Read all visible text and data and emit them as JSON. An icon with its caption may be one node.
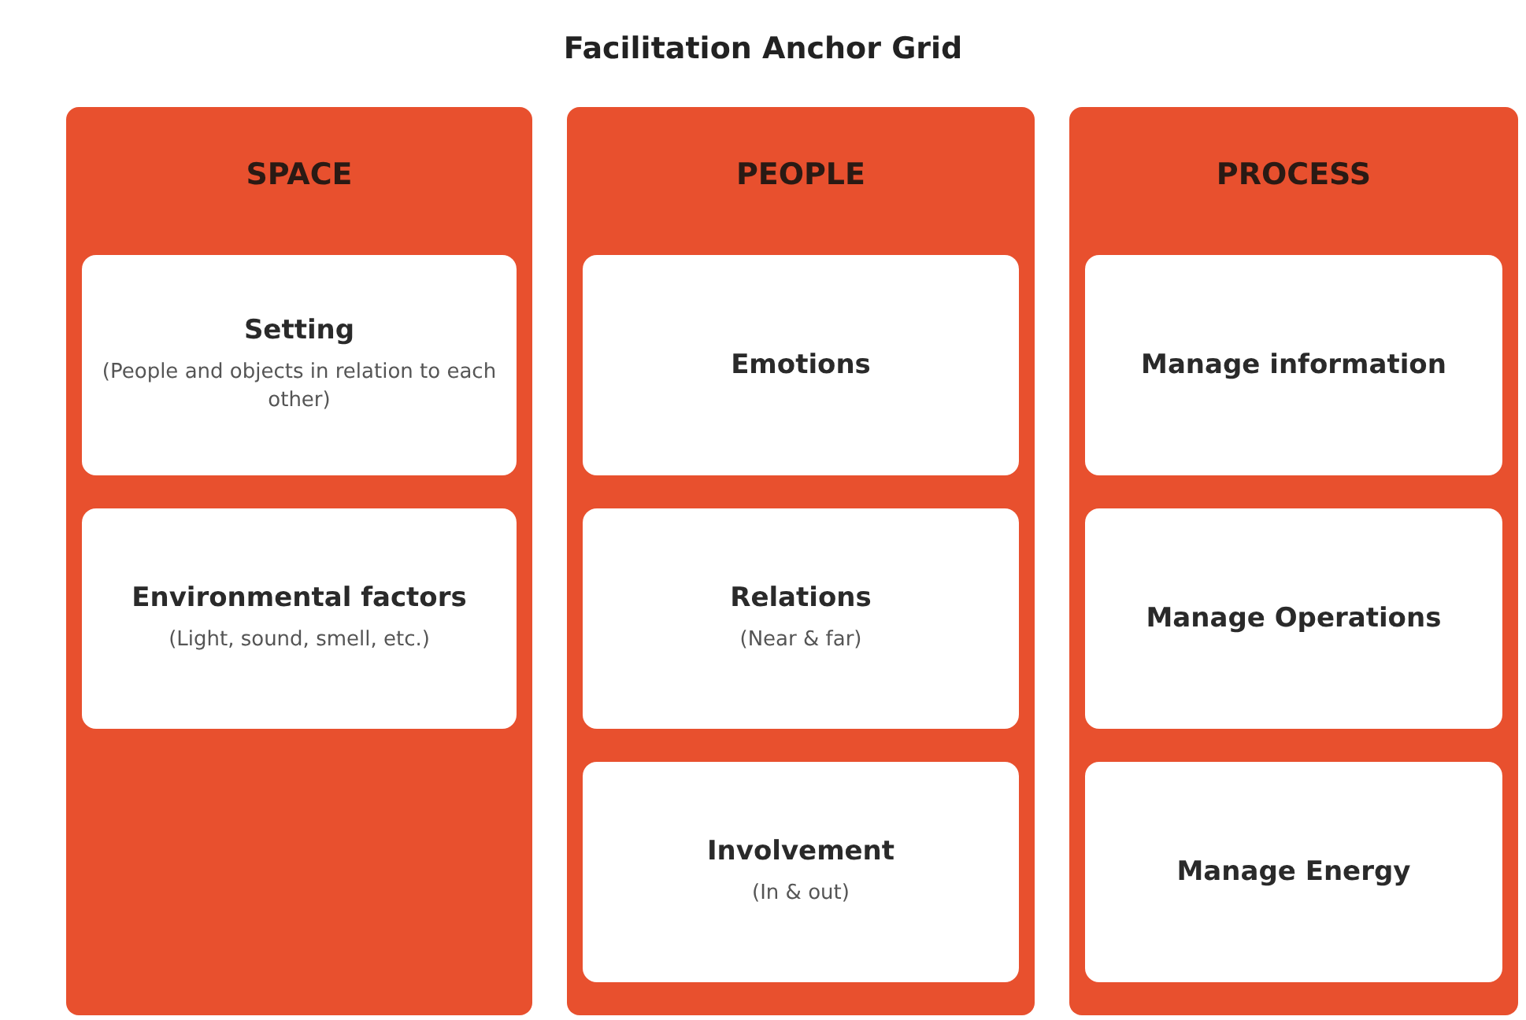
{
  "diagram": {
    "title": "Facilitation Anchor Grid",
    "nodes": [
      {
        "text": [
          "SPACE"
        ]
      },
      {
        "text": [
          "Setting",
          "(People and objects in relation to each other)"
        ],
        "in": 0
      },
      {
        "text": [
          "Environmental factors",
          "(Light, sound, smell, etc.)"
        ],
        "in": 0
      },
      {
        "text": [
          "PEOPLE"
        ]
      },
      {
        "text": [
          "Emotions"
        ],
        "in": 3
      },
      {
        "text": [
          "Relations",
          "(Near & far)"
        ],
        "in": 3
      },
      {
        "text": [
          "Involvement",
          "(In & out)"
        ],
        "in": 3
      },
      {
        "text": [
          "PROCESS"
        ]
      },
      {
        "text": [
          "Manage information"
        ],
        "in": 7
      },
      {
        "text": [
          "Manage Operations"
        ],
        "in": 7
      },
      {
        "text": [
          "Manage Energy"
        ],
        "in": 7
      }
    ]
  }
}
